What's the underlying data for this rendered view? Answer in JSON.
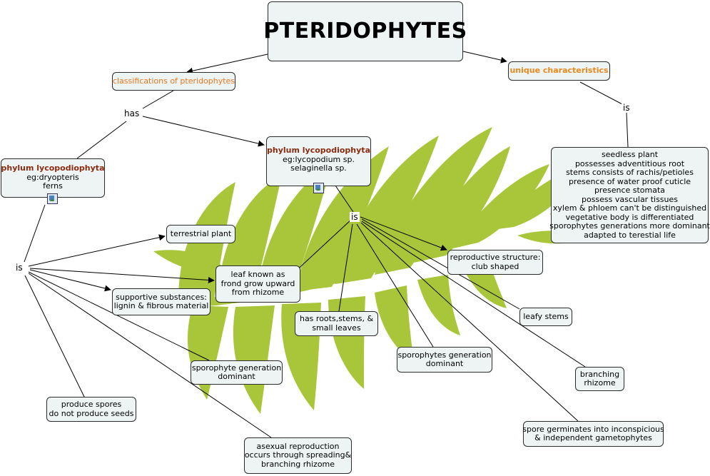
{
  "title": "PTERIDOPHYTES",
  "colors": {
    "leaf": "#a9c53a",
    "node_bg": "#eef3f4",
    "node_border": "#2b2b2b",
    "orange": "#e8771c",
    "brown": "#8b2a0e"
  },
  "nodes": {
    "classifications": "classifications of pteridophytes",
    "unique": "unique characteristics",
    "left_phylum": {
      "title": "phylum lycopodiophyta",
      "line1": "eg:dryopteris",
      "line2": "ferns",
      "icon": "image-icon"
    },
    "center_phylum": {
      "title": "phylum lycopodiophyta",
      "line1": "eg:lycopodium sp.",
      "line2": "selaginella sp.",
      "icon": "image-icon"
    },
    "characteristics": [
      "seedless plant",
      "possesses adventitious root",
      "stems consists of rachis/petioles",
      "presence of water proof cuticle",
      "presence stomata",
      "possess vascular tissues",
      "xylem & phloem can't be distinguished",
      "vegetative body is differentiated",
      "sporophytes generations more dominant",
      "adapted to terestial life"
    ],
    "terrestrial": "terrestrial plant",
    "leaf_frond": [
      "leaf known as",
      "frond grow upward",
      "from rhizome"
    ],
    "supportive": [
      "supportive substances:",
      "lignin & fibrous material"
    ],
    "sporophyte_left": [
      "sporophyte generation",
      "dominant"
    ],
    "spores": [
      "produce spores",
      "do not produce seeds"
    ],
    "asexual": [
      "asexual reproduction",
      "occurs through spreading&",
      "branching rhizome"
    ],
    "roots": [
      "has roots,stems, &",
      "small leaves"
    ],
    "sporophytes_center": [
      "sporophytes generation",
      "dominant"
    ],
    "reproductive": [
      "reproductive structure:",
      "club shaped"
    ],
    "leafy": "leafy stems",
    "branching": [
      "branching",
      "rhizome"
    ],
    "spore_germ": [
      "spore germinates into inconspicious",
      "& independent gametophytes"
    ]
  },
  "phrases": {
    "has": "has",
    "is_right": "is",
    "is_left": "is",
    "is_center": "is"
  }
}
